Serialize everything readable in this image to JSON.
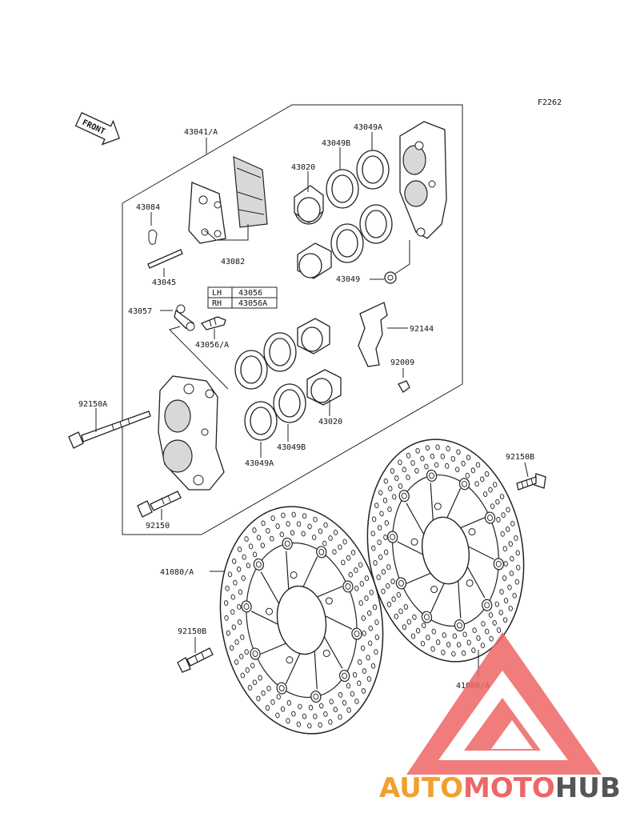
{
  "figure_code": "F2262",
  "front_arrow": "FRONT",
  "parts": {
    "p43041A": "43041/A",
    "p43049A_top": "43049A",
    "p43049B_top": "43049B",
    "p43020_top": "43020",
    "p43084": "43084",
    "p43082": "43082",
    "p43045": "43045",
    "p43049": "43049",
    "p43057": "43057",
    "p43056A": "43056/A",
    "p92144": "92144",
    "p92009": "92009",
    "p92150A": "92150A",
    "p43020_bot": "43020",
    "p43049B_bot": "43049B",
    "p43049A_bot": "43049A",
    "p92150": "92150",
    "p92150B_right": "92150B",
    "p41080A_left": "41080/A",
    "p92150B_left": "92150B",
    "p41080A_right": "41080/A"
  },
  "side_table": {
    "rows": [
      {
        "side": "LH",
        "part": "43056"
      },
      {
        "side": "RH",
        "part": "43056A"
      }
    ]
  },
  "watermark": {
    "part1": "AUTO",
    "part2": "MOTO",
    "part3": "HUB",
    "color1": "#f0a030",
    "color2": "#ee6666",
    "color3": "#555555"
  }
}
